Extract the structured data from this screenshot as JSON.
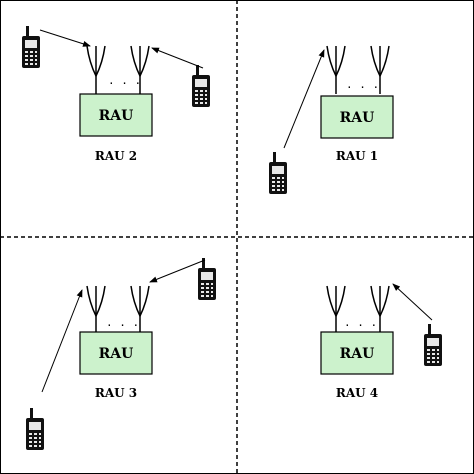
{
  "colors": {
    "rau_fill": "#ccf2cc",
    "line": "#000000",
    "phone": "#111111",
    "background": "#ffffff"
  },
  "diagram": {
    "cells": [
      {
        "unit": "RAU",
        "label": "RAU 2",
        "dots": ". . ."
      },
      {
        "unit": "RAU",
        "label": "RAU 1",
        "dots": ". . ."
      },
      {
        "unit": "RAU",
        "label": "RAU 3",
        "dots": ". . ."
      },
      {
        "unit": "RAU",
        "label": "RAU 4",
        "dots": ". . ."
      }
    ],
    "icons": [
      "antenna-icon",
      "mobile-phone-icon",
      "arrow-icon"
    ]
  }
}
